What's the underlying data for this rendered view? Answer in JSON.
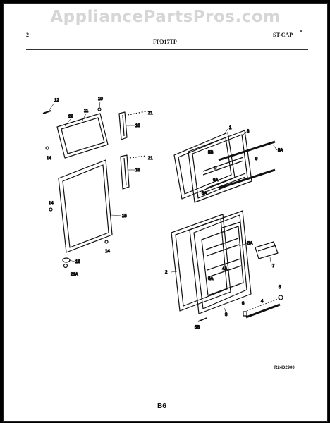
{
  "watermark": "AppliancePartsPros.com",
  "header": {
    "page_num": "2",
    "model": "FPD17TP",
    "section": "ST-CAP",
    "mark": "*"
  },
  "callouts": [
    "12",
    "10",
    "22",
    "11",
    "21",
    "18",
    "14",
    "21",
    "18",
    "14",
    "15",
    "14",
    "13",
    "21A",
    "1",
    "8",
    "9",
    "5B",
    "5A",
    "6A",
    "6A",
    "2",
    "5A",
    "4A",
    "6A",
    "7",
    "5",
    "3",
    "6",
    "4",
    "5B"
  ],
  "ref_code": "R24D2900",
  "page_label": "B6"
}
